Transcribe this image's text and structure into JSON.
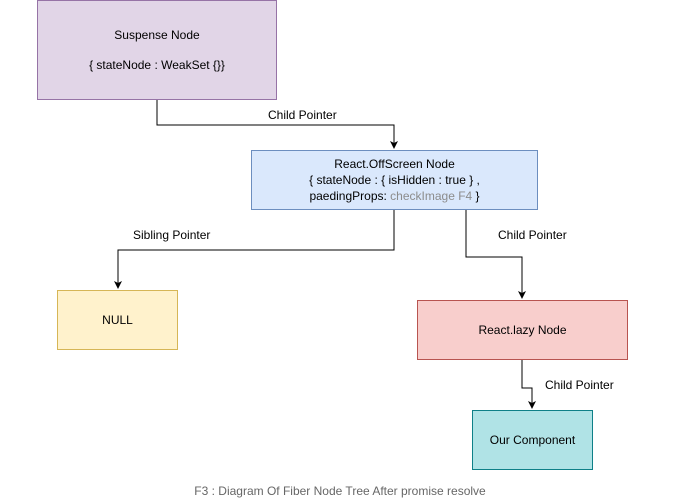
{
  "nodes": {
    "suspense": {
      "title": "Suspense Node",
      "state": "{ stateNode : WeakSet {}}",
      "fill": "#e1d5e7",
      "stroke": "#9673a6"
    },
    "offscreen": {
      "line1": "React.OffScreen Node",
      "line2": "{ stateNode : { isHidden : true } ,",
      "line3_prefix": "paedingProps: ",
      "line3_muted": "checkImage F4",
      "line3_suffix": " }",
      "fill": "#dae8fc",
      "stroke": "#6c8ebf"
    },
    "null": {
      "label": "NULL",
      "fill": "#fff2cc",
      "stroke": "#d6b656"
    },
    "lazy": {
      "label": "React.lazy Node",
      "fill": "#f8cecc",
      "stroke": "#b85450"
    },
    "component": {
      "label": "Our Component",
      "fill": "#b0e3e6",
      "stroke": "#0e8088"
    }
  },
  "edges": {
    "suspense_to_offscreen": "Child Pointer",
    "offscreen_to_null": "Sibling Pointer",
    "offscreen_to_lazy": "Child Pointer",
    "lazy_to_component": "Child Pointer"
  },
  "caption": "F3 : Diagram Of Fiber Node Tree After promise resolve"
}
